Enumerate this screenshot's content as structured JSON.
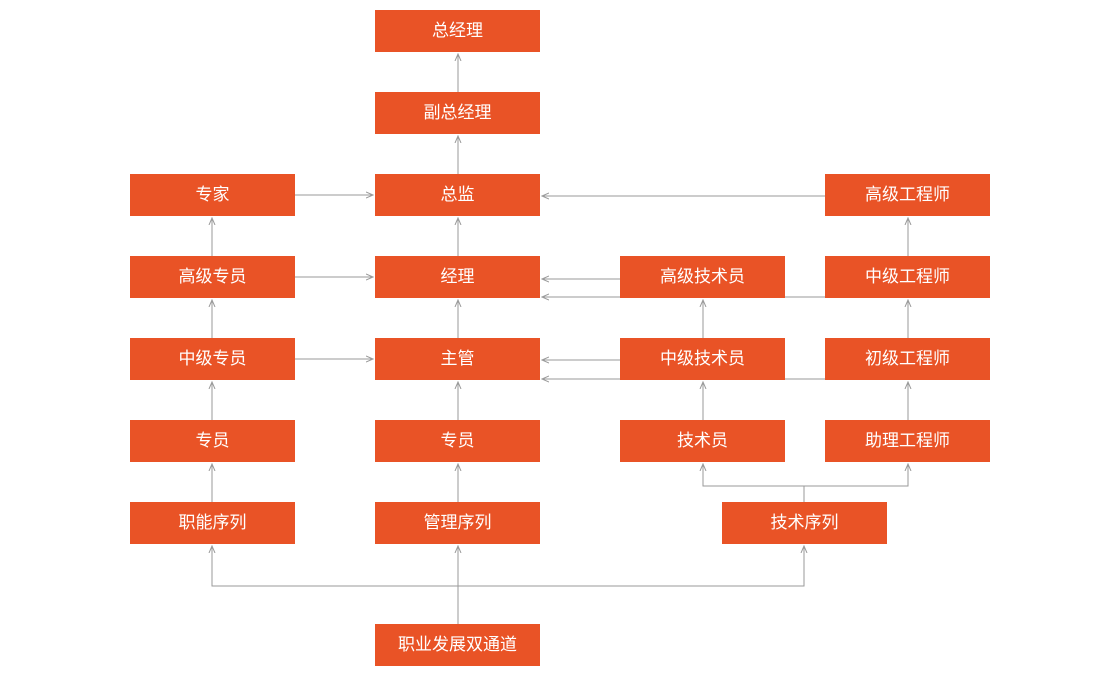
{
  "theme": {
    "box_color": "#e95326",
    "text_color": "#ffffff",
    "connector_color": "#9a9a9a"
  },
  "nodes": {
    "general_manager": "总经理",
    "deputy_general_manager": "副总经理",
    "director": "总监",
    "manager": "经理",
    "supervisor": "主管",
    "mgmt_specialist": "专员",
    "management_track": "管理序列",
    "dual_channel": "职业发展双通道",
    "expert": "专家",
    "senior_specialist": "高级专员",
    "mid_specialist": "中级专员",
    "func_specialist": "专员",
    "functional_track": "职能序列",
    "senior_technician": "高级技术员",
    "mid_technician": "中级技术员",
    "technician": "技术员",
    "technical_track": "技术序列",
    "senior_engineer": "高级工程师",
    "mid_engineer": "中级工程师",
    "junior_engineer": "初级工程师",
    "assistant_engineer": "助理工程师"
  },
  "connections": [
    {
      "from": "dual_channel",
      "to": "management_track"
    },
    {
      "from": "dual_channel",
      "to": "functional_track"
    },
    {
      "from": "dual_channel",
      "to": "technical_track"
    },
    {
      "from": "management_track",
      "to": "mgmt_specialist"
    },
    {
      "from": "mgmt_specialist",
      "to": "supervisor"
    },
    {
      "from": "supervisor",
      "to": "manager"
    },
    {
      "from": "manager",
      "to": "director"
    },
    {
      "from": "director",
      "to": "deputy_general_manager"
    },
    {
      "from": "deputy_general_manager",
      "to": "general_manager"
    },
    {
      "from": "functional_track",
      "to": "func_specialist"
    },
    {
      "from": "func_specialist",
      "to": "mid_specialist"
    },
    {
      "from": "mid_specialist",
      "to": "senior_specialist"
    },
    {
      "from": "senior_specialist",
      "to": "expert"
    },
    {
      "from": "mid_specialist",
      "to": "supervisor"
    },
    {
      "from": "senior_specialist",
      "to": "manager"
    },
    {
      "from": "expert",
      "to": "director"
    },
    {
      "from": "technical_track",
      "to": "technician"
    },
    {
      "from": "technical_track",
      "to": "assistant_engineer"
    },
    {
      "from": "technician",
      "to": "mid_technician"
    },
    {
      "from": "mid_technician",
      "to": "senior_technician"
    },
    {
      "from": "assistant_engineer",
      "to": "junior_engineer"
    },
    {
      "from": "junior_engineer",
      "to": "mid_engineer"
    },
    {
      "from": "mid_engineer",
      "to": "senior_engineer"
    },
    {
      "from": "mid_technician",
      "to": "supervisor"
    },
    {
      "from": "junior_engineer",
      "to": "supervisor"
    },
    {
      "from": "senior_technician",
      "to": "manager"
    },
    {
      "from": "mid_engineer",
      "to": "manager"
    },
    {
      "from": "senior_engineer",
      "to": "director"
    }
  ]
}
